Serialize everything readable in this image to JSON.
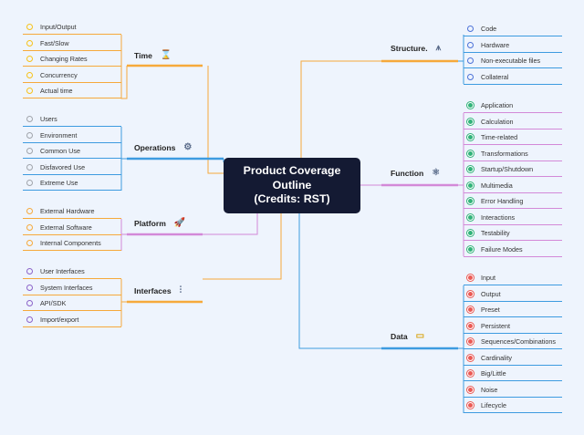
{
  "center": "Product Coverage\nOutline\n(Credits: RST)",
  "colors": {
    "orange": "#f6a93b",
    "blue": "#3d9be0",
    "pink": "#d389d8",
    "purple": "#8b63c9",
    "teal": "#32b37a",
    "red": "#ea5a55",
    "navy": "#4c72d8",
    "yellow": "#f6c21a",
    "grey": "#a0a4ab"
  },
  "branches": {
    "time": {
      "label": "Time",
      "icon": "hourglass-icon",
      "items": [
        "Input/Output",
        "Fast/Slow",
        "Changing Rates",
        "Concurrency",
        "Actual time"
      ]
    },
    "operations": {
      "label": "Operations",
      "icon": "gears-icon",
      "items": [
        "Users",
        "Environment",
        "Common Use",
        "Disfavored Use",
        "Extreme Use"
      ]
    },
    "platform": {
      "label": "Platform",
      "icon": "rocket-icon",
      "items": [
        "External Hardware",
        "External Software",
        "Internal Components"
      ]
    },
    "interfaces": {
      "label": "Interfaces",
      "icon": "sliders-icon",
      "items": [
        "User Interfaces",
        "System Interfaces",
        "API/SDK",
        "Import/export"
      ]
    },
    "structure": {
      "label": "Structure.",
      "icon": "compass-icon",
      "items": [
        "Code",
        "Hardware",
        "Non-executable files",
        "Collateral"
      ]
    },
    "function": {
      "label": "Function",
      "icon": "atom-icon",
      "items": [
        "Application",
        "Calculation",
        "Time-related",
        "Transformations",
        "Startup/Shutdown",
        "Multimedia",
        "Error Handling",
        "Interactions",
        "Testability",
        "Failure Modes"
      ]
    },
    "data": {
      "label": "Data",
      "icon": "folder-icon",
      "items": [
        "Input",
        "Output",
        "Preset",
        "Persistent",
        "Sequences/Combinations",
        "Cardinality",
        "Big/Little",
        "Noise",
        "Lifecycle"
      ]
    }
  }
}
